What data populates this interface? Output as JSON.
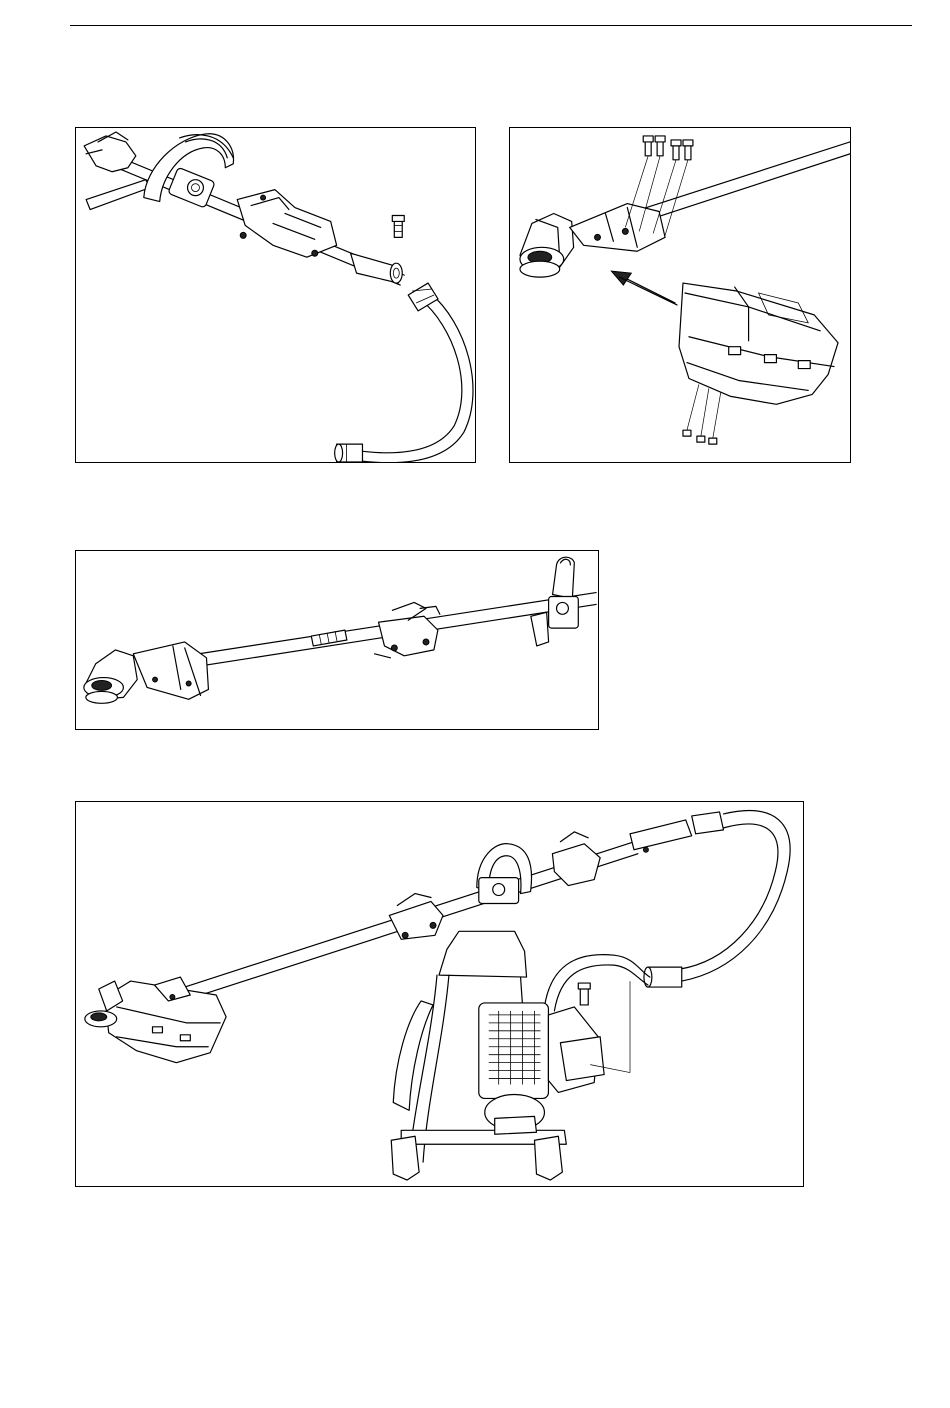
{
  "page": {
    "rule_color": "#000000",
    "figures": [
      {
        "id": "figure-1",
        "depicts": "upper-shaft-with-handle-and-flex-hose"
      },
      {
        "id": "figure-2",
        "depicts": "trimmer-head-with-guard-and-bolts"
      },
      {
        "id": "figure-3",
        "depicts": "lower-shaft-with-coupling-and-handle"
      },
      {
        "id": "figure-4",
        "depicts": "assembled-backpack-brushcutter"
      }
    ]
  }
}
